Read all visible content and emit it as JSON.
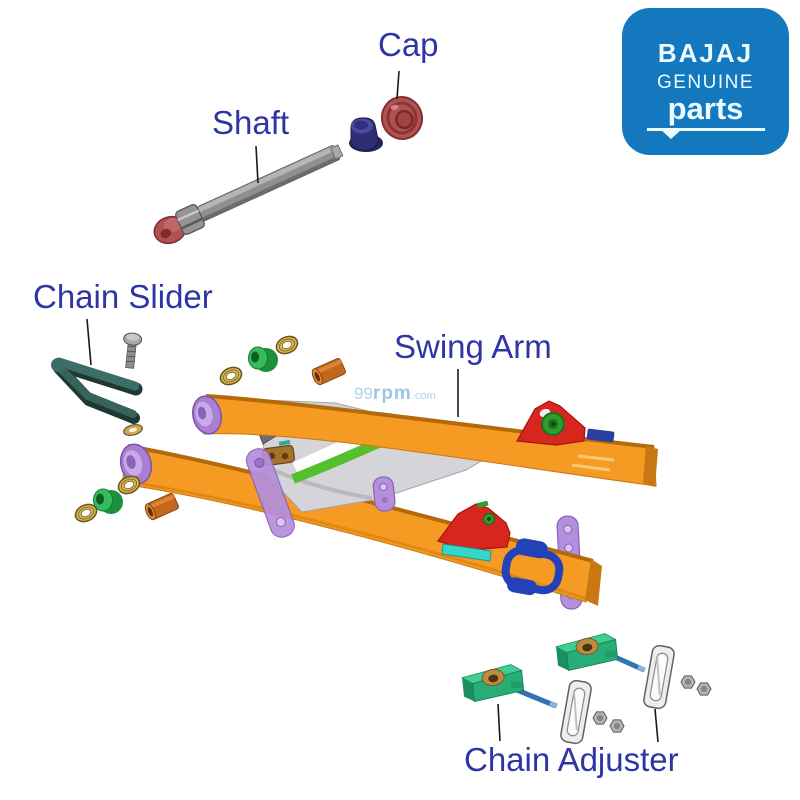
{
  "page": {
    "background": "#ffffff"
  },
  "labels": {
    "cap": "Cap",
    "shaft": "Shaft",
    "chain_slider": "Chain Slider",
    "swing_arm": "Swing Arm",
    "chain_adjuster": "Chain Adjuster"
  },
  "logo": {
    "brand": "BAJAJ",
    "line1": "GENUINE",
    "line2": "parts",
    "bg_color": "#1478be",
    "text_color": "#ecfbff"
  },
  "watermark": {
    "prefix": "99",
    "brand": "rpm",
    "suffix": ".com",
    "color": "#a5cde6"
  },
  "colors": {
    "label_text": "#2e35a5",
    "leader_line": "#1a1a1a",
    "swing_arm_orange": "#f59a22",
    "swing_arm_orange_dark": "#c87712",
    "bracket_red": "#d8251d",
    "chain_slider_teal": "#3c6e67",
    "adjuster_green": "#26ad78",
    "adjuster_rod_blue": "#3272b4",
    "bushing_purple": "#a97fd4",
    "guide_green": "#54c02e",
    "cap_maroon": "#b05252",
    "bushing_navy": "#2e2e74",
    "brass": "#d9b855",
    "copper": "#c2671d",
    "steel": "#8f8f8f"
  }
}
